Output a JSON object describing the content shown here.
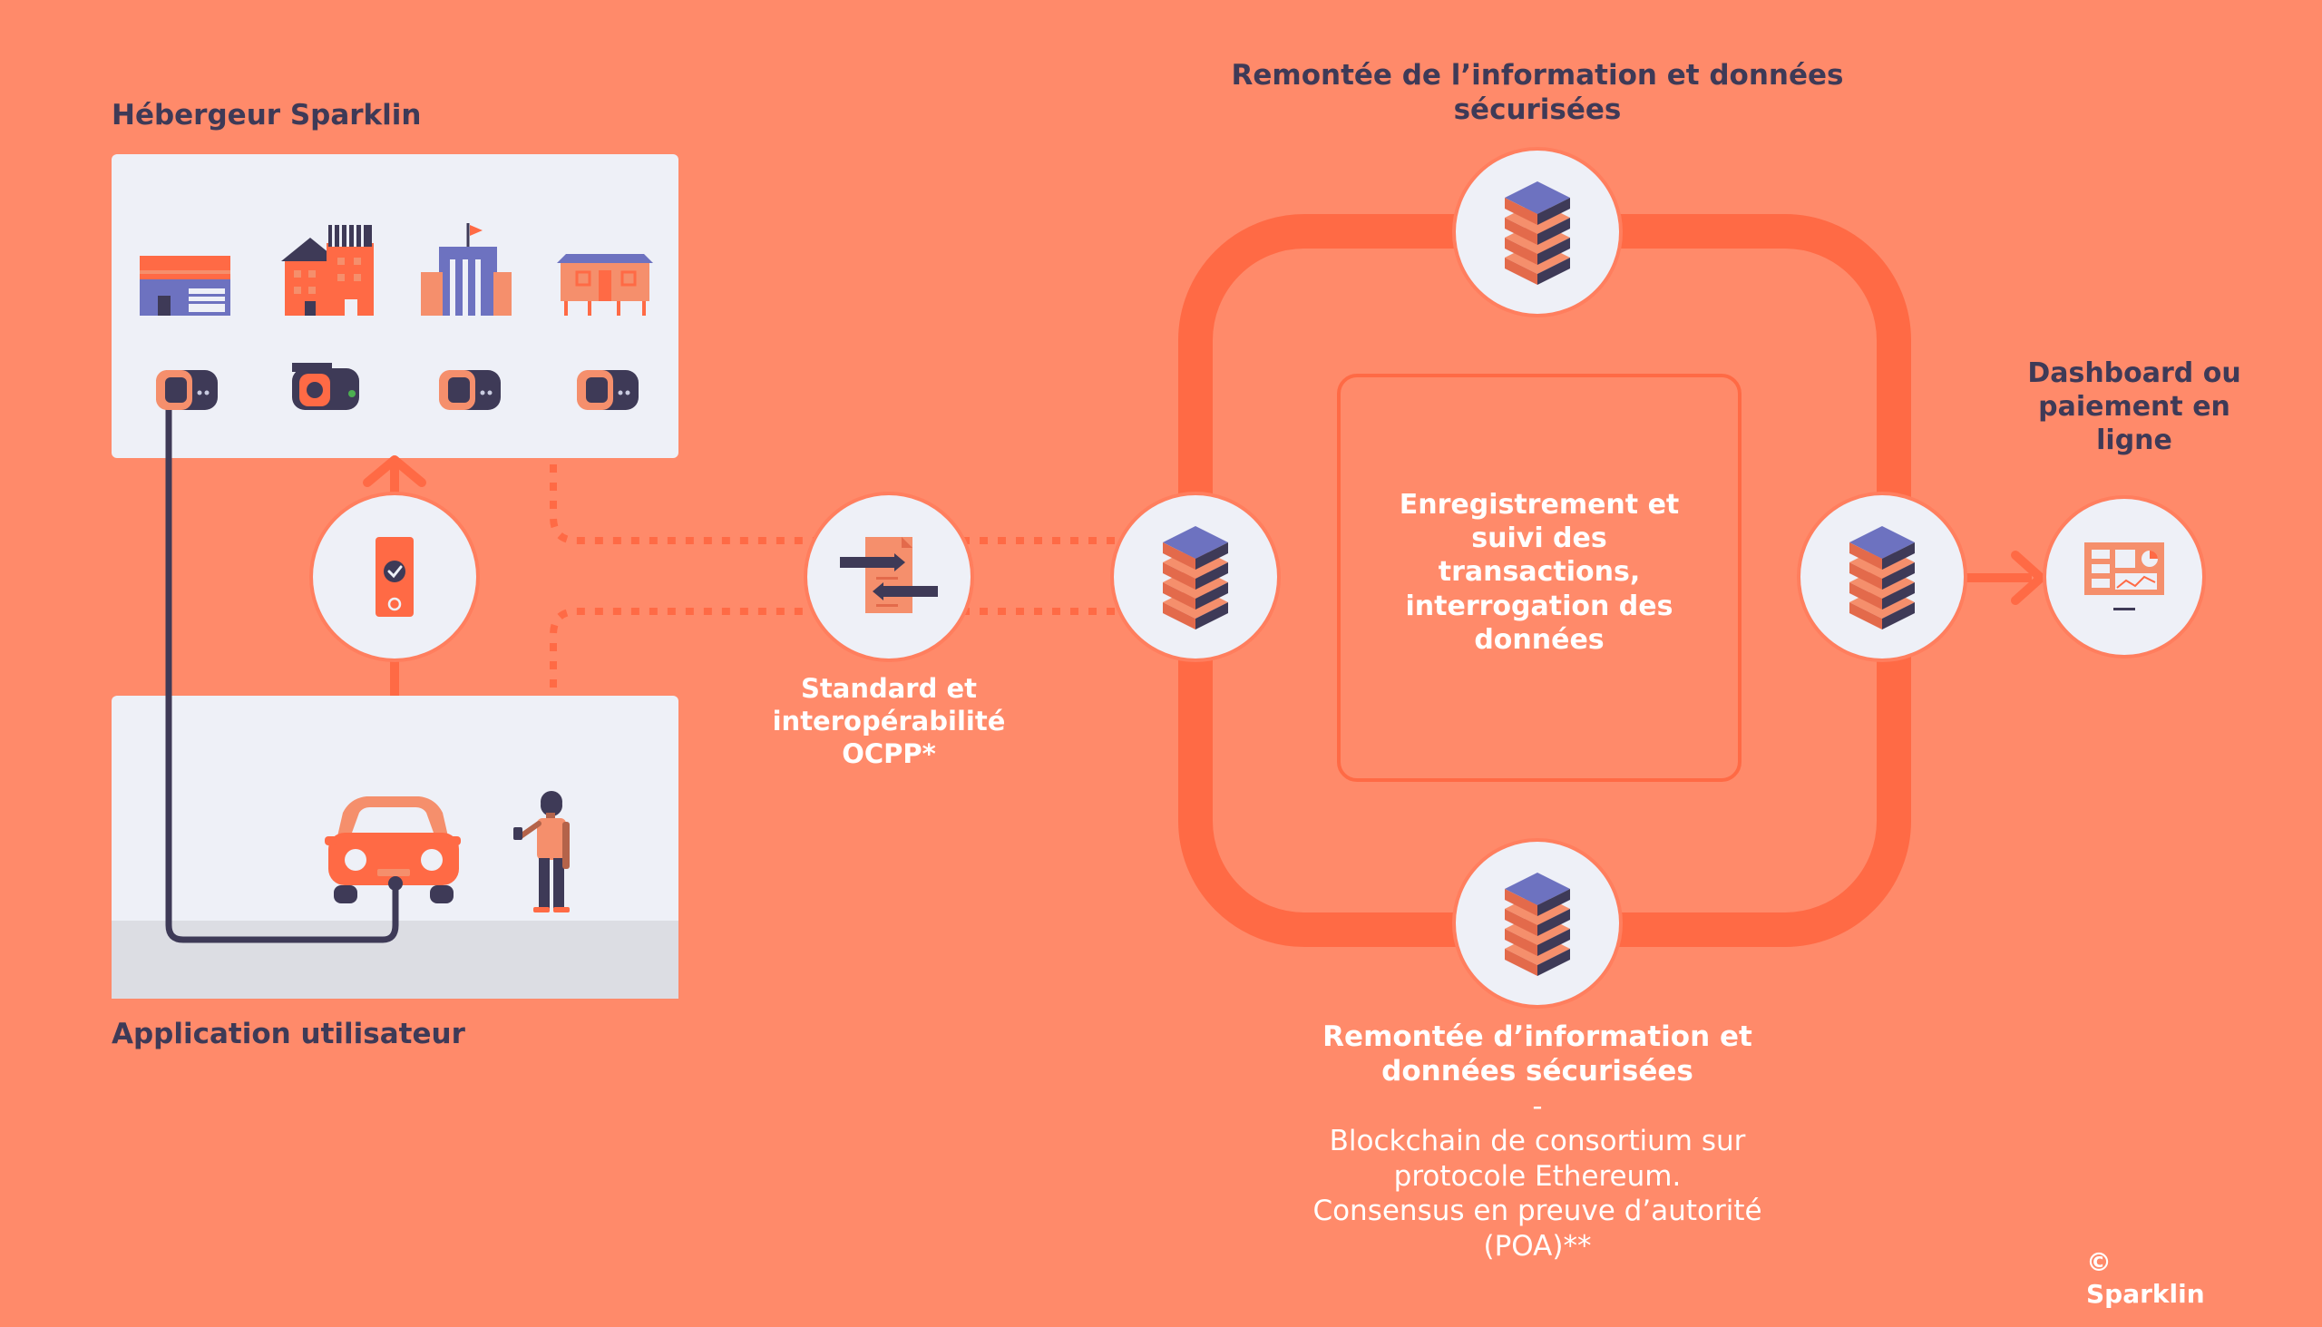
{
  "colors": {
    "background": "#FF8A6A",
    "ring": "#FF6A45",
    "panel": "#EEF0F7",
    "ground": "#DCDDE3",
    "dark": "#3E3A57",
    "server_top": "#6D72C0",
    "server_slab": "#F58F6C"
  },
  "labels": {
    "host": "Hébergeur Sparklin",
    "user_app": "Application utilisateur",
    "standard_line1": "Standard et",
    "standard_line2": "interopérabilité",
    "standard_line3": "OCPP*",
    "top_line1": "Remontée de l’information et données",
    "top_line2": "sécurisées",
    "center_line1": "Enregistrement et",
    "center_line2": "suivi des",
    "center_line3": "transactions,",
    "center_line4": "interrogation des",
    "center_line5": "données",
    "dash_line1": "Dashboard ou",
    "dash_line2": "paiement en",
    "dash_line3": "ligne",
    "bottom_line1": "Remontée d’information et",
    "bottom_line2": "données sécurisées",
    "bottom_dash": "-",
    "bottom_note1": "Blockchain de consortium sur",
    "bottom_note2": "protocole Ethereum.",
    "bottom_note3": "Consensus en preuve d’autorité",
    "bottom_note4": "(POA)**",
    "copyright": "© Sparklin"
  },
  "icons": [
    "warehouse-icon",
    "apartment-icon",
    "office-building-icon",
    "house-icon",
    "charger-icon",
    "phone-check-icon",
    "document-exchange-icon",
    "server-stack-icon",
    "dashboard-icon",
    "car-icon",
    "person-icon"
  ]
}
